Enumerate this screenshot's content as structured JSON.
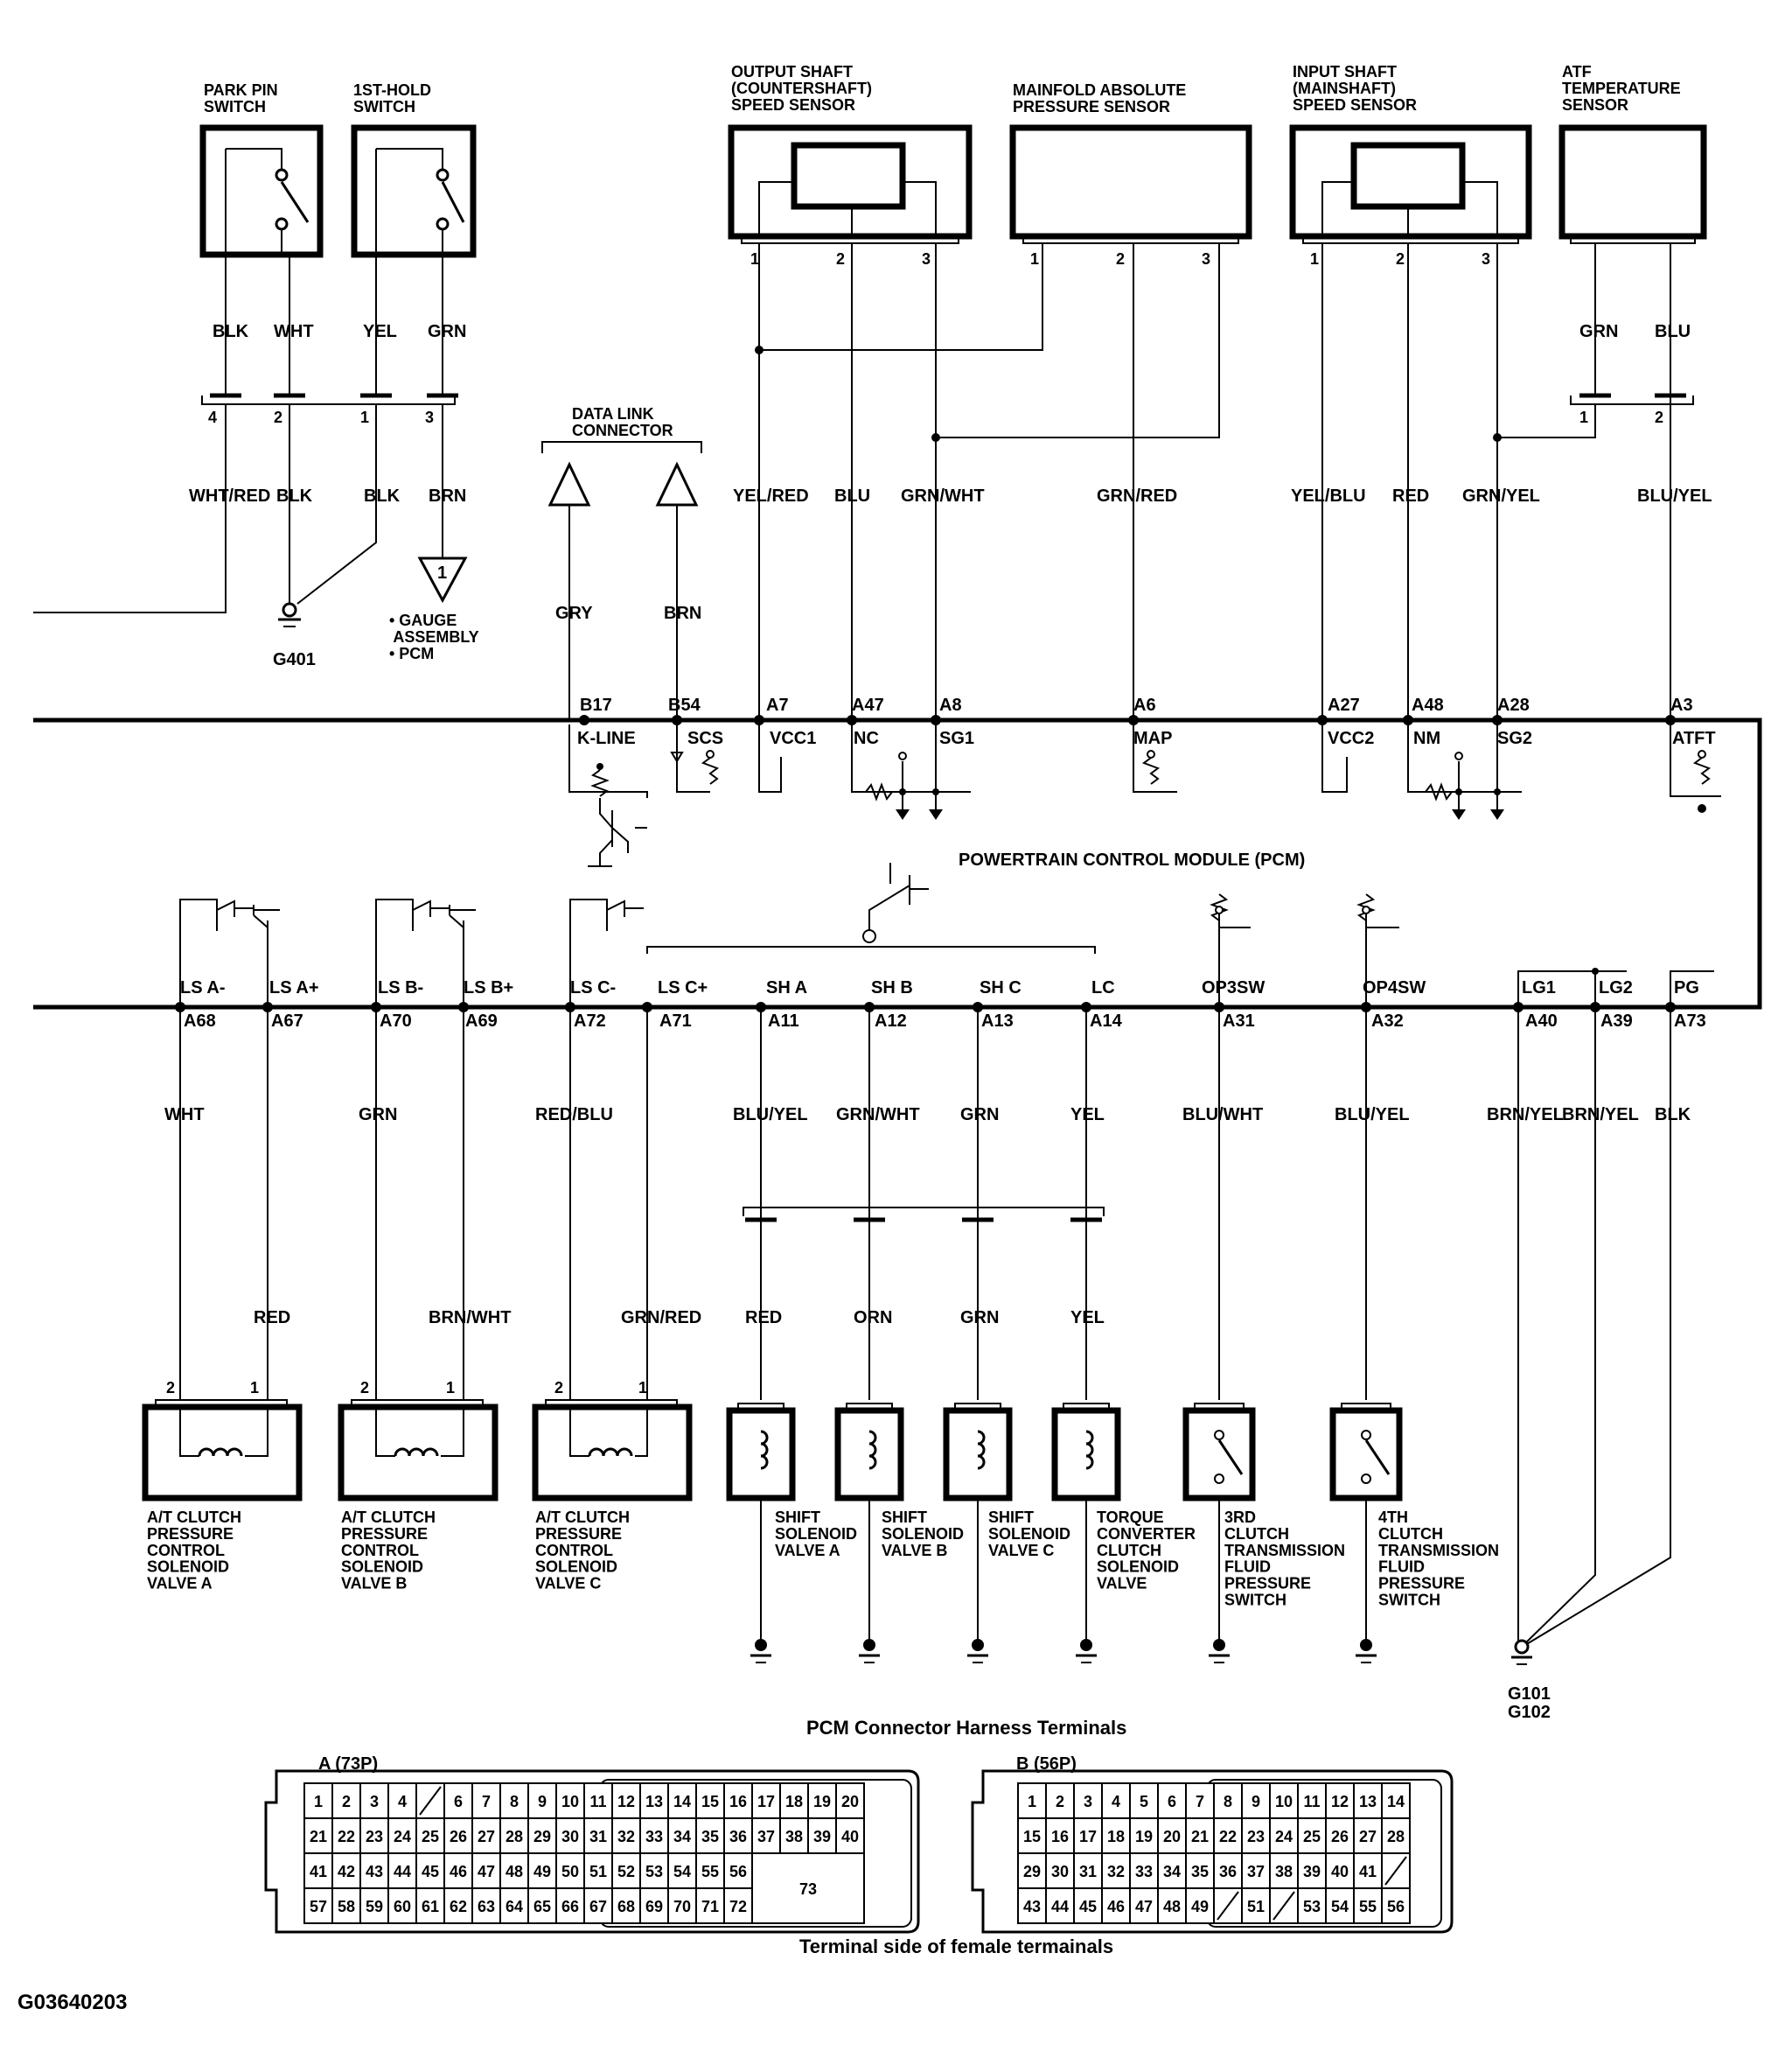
{
  "components": {
    "park_pin_switch": "PARK PIN\nSWITCH",
    "first_hold_switch": "1ST-HOLD\nSWITCH",
    "output_shaft_sensor": "OUTPUT SHAFT\n(COUNTERSHAFT)\nSPEED SENSOR",
    "map_sensor": "MAINFOLD ABSOLUTE\nPRESSURE SENSOR",
    "input_shaft_sensor": "INPUT SHAFT\n(MAINSHAFT)\nSPEED SENSOR",
    "atf_temp_sensor": "ATF\nTEMPERATURE\nSENSOR",
    "data_link_connector": "DATA LINK\nCONNECTOR",
    "gauge_note": "• GAUGE\n  ASSEMBLY\n• PCM",
    "ground_g401": "G401",
    "ground_g101": "G101\nG102",
    "pcm_label": "POWERTRAIN CONTROL MODULE (PCM)",
    "valve_a": "A/T CLUTCH\nPRESSURE\nCONTROL\nSOLENOID\nVALVE A",
    "valve_b": "A/T CLUTCH\nPRESSURE\nCONTROL\nSOLENOID\nVALVE B",
    "valve_c": "A/T CLUTCH\nPRESSURE\nCONTROL\nSOLENOID\nVALVE C",
    "shift_a": "SHIFT\nSOLENOID\nVALVE A",
    "shift_b": "SHIFT\nSOLENOID\nVALVE B",
    "shift_c": "SHIFT\nSOLENOID\nVALVE C",
    "tcc": "TORQUE\nCONVERTER\nCLUTCH\nSOLENOID\nVALVE",
    "sw3": "3RD\nCLUTCH\nTRANSMISSION\nFLUID\nPRESSURE\nSWITCH",
    "sw4": "4TH\nCLUTCH\nTRANSMISSION\nFLUID\nPRESSURE\nSWITCH",
    "triangle_ref": "1"
  },
  "top_wires": [
    {
      "color": "BLK",
      "pin": "4",
      "lower": "WHT/RED"
    },
    {
      "color": "WHT",
      "pin": "2",
      "lower": "BLK"
    },
    {
      "color": "YEL",
      "pin": "1",
      "lower": "BLK"
    },
    {
      "color": "GRN",
      "pin": "3",
      "lower": "BRN"
    }
  ],
  "dlc_wires": [
    "GRY",
    "BRN"
  ],
  "sensor_pins": [
    "1",
    "2",
    "3"
  ],
  "sensor_wires": {
    "output_shaft": [
      "YEL/RED",
      "BLU",
      "GRN/WHT"
    ],
    "map": "GRN/RED",
    "input_shaft": [
      "YEL/BLU",
      "RED",
      "GRN/YEL"
    ],
    "atf_upper": [
      "GRN",
      "BLU"
    ],
    "atf_pins": [
      "1",
      "2"
    ],
    "atf_lower": "BLU/YEL"
  },
  "upper_terminals": [
    {
      "pin": "B17",
      "fn": "K-LINE"
    },
    {
      "pin": "B54",
      "fn": "SCS"
    },
    {
      "pin": "A7",
      "fn": "VCC1"
    },
    {
      "pin": "A47",
      "fn": "NC"
    },
    {
      "pin": "A8",
      "fn": "SG1"
    },
    {
      "pin": "A6",
      "fn": "MAP"
    },
    {
      "pin": "A27",
      "fn": "VCC2"
    },
    {
      "pin": "A48",
      "fn": "NM"
    },
    {
      "pin": "A28",
      "fn": "SG2"
    },
    {
      "pin": "A3",
      "fn": "ATFT"
    }
  ],
  "lower_terminals": [
    {
      "fn": "LS A-",
      "pin": "A68",
      "wire": "WHT"
    },
    {
      "fn": "LS A+",
      "pin": "A67",
      "wire": "RED"
    },
    {
      "fn": "LS B-",
      "pin": "A70",
      "wire": "GRN"
    },
    {
      "fn": "LS B+",
      "pin": "A69",
      "wire": "BRN/WHT"
    },
    {
      "fn": "LS C-",
      "pin": "A72",
      "wire": "RED/BLU"
    },
    {
      "fn": "LS C+",
      "pin": "A71",
      "wire": "GRN/RED"
    },
    {
      "fn": "SH A",
      "pin": "A11",
      "wire": "BLU/YEL",
      "wire2": "RED"
    },
    {
      "fn": "SH B",
      "pin": "A12",
      "wire": "GRN/WHT",
      "wire2": "ORN"
    },
    {
      "fn": "SH C",
      "pin": "A13",
      "wire": "GRN",
      "wire2": "GRN"
    },
    {
      "fn": "LC",
      "pin": "A14",
      "wire": "YEL",
      "wire2": "YEL"
    },
    {
      "fn": "OP3SW",
      "pin": "A31",
      "wire": "BLU/WHT"
    },
    {
      "fn": "OP4SW",
      "pin": "A32",
      "wire": "BLU/YEL"
    },
    {
      "fn": "LG1",
      "pin": "A40",
      "wire": "BRN/YEL"
    },
    {
      "fn": "LG2",
      "pin": "A39",
      "wire": "BRN/YEL"
    },
    {
      "fn": "PG",
      "pin": "A73",
      "wire": "BLK"
    }
  ],
  "valve_pins": [
    "2",
    "1"
  ],
  "harness": {
    "title": "PCM Connector Harness Terminals",
    "conn_a": "A (73P)",
    "conn_b": "B (56P)",
    "footer": "Terminal side of female termainals",
    "a_big_cell": "73",
    "a_rows": [
      [
        "1",
        "2",
        "3",
        "4",
        "",
        "6",
        "7",
        "8",
        "9",
        "10",
        "11",
        "12",
        "13",
        "14",
        "15",
        "16",
        "17",
        "18",
        "19",
        "20"
      ],
      [
        "21",
        "22",
        "23",
        "24",
        "25",
        "26",
        "27",
        "28",
        "29",
        "30",
        "31",
        "32",
        "33",
        "34",
        "35",
        "36",
        "37",
        "38",
        "39",
        "40"
      ],
      [
        "41",
        "42",
        "43",
        "44",
        "45",
        "46",
        "47",
        "48",
        "49",
        "50",
        "51",
        "52",
        "53",
        "54",
        "55",
        "56"
      ],
      [
        "57",
        "58",
        "59",
        "60",
        "61",
        "62",
        "63",
        "64",
        "65",
        "66",
        "67",
        "68",
        "69",
        "70",
        "71",
        "72"
      ]
    ],
    "b_rows": [
      [
        "1",
        "2",
        "3",
        "4",
        "5",
        "6",
        "7",
        "8",
        "9",
        "10",
        "11",
        "12",
        "13",
        "14"
      ],
      [
        "15",
        "16",
        "17",
        "18",
        "19",
        "20",
        "21",
        "22",
        "23",
        "24",
        "25",
        "26",
        "27",
        "28"
      ],
      [
        "29",
        "30",
        "31",
        "32",
        "33",
        "34",
        "35",
        "36",
        "37",
        "38",
        "39",
        "40",
        "41",
        ""
      ],
      [
        "43",
        "44",
        "45",
        "46",
        "47",
        "48",
        "49",
        "",
        "51",
        "",
        "53",
        "54",
        "55",
        "56"
      ]
    ]
  },
  "figure_id": "G03640203"
}
